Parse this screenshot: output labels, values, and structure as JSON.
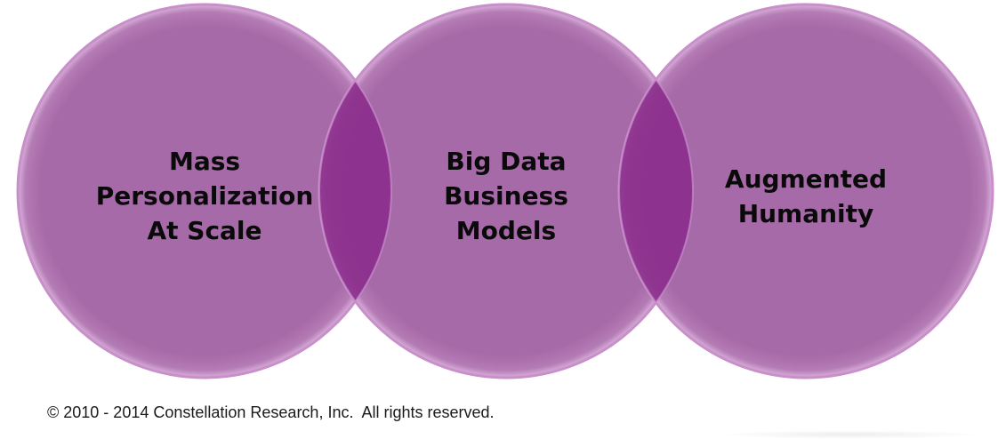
{
  "diagram": {
    "circles": [
      {
        "id": "left",
        "lines": [
          "Mass",
          "Personalization",
          "At Scale"
        ]
      },
      {
        "id": "middle",
        "lines": [
          "Big Data",
          "Business",
          "Models"
        ]
      },
      {
        "id": "right",
        "lines": [
          "Augmented",
          "Humanity"
        ]
      }
    ],
    "colors": {
      "circle_fill": "#a76aa8",
      "circle_rim": "#c88ccb",
      "overlap_fill": "#8b2e8c"
    }
  },
  "footer": {
    "copyright": "© 2010 - 2014 Constellation Research, Inc.  All rights reserved."
  }
}
